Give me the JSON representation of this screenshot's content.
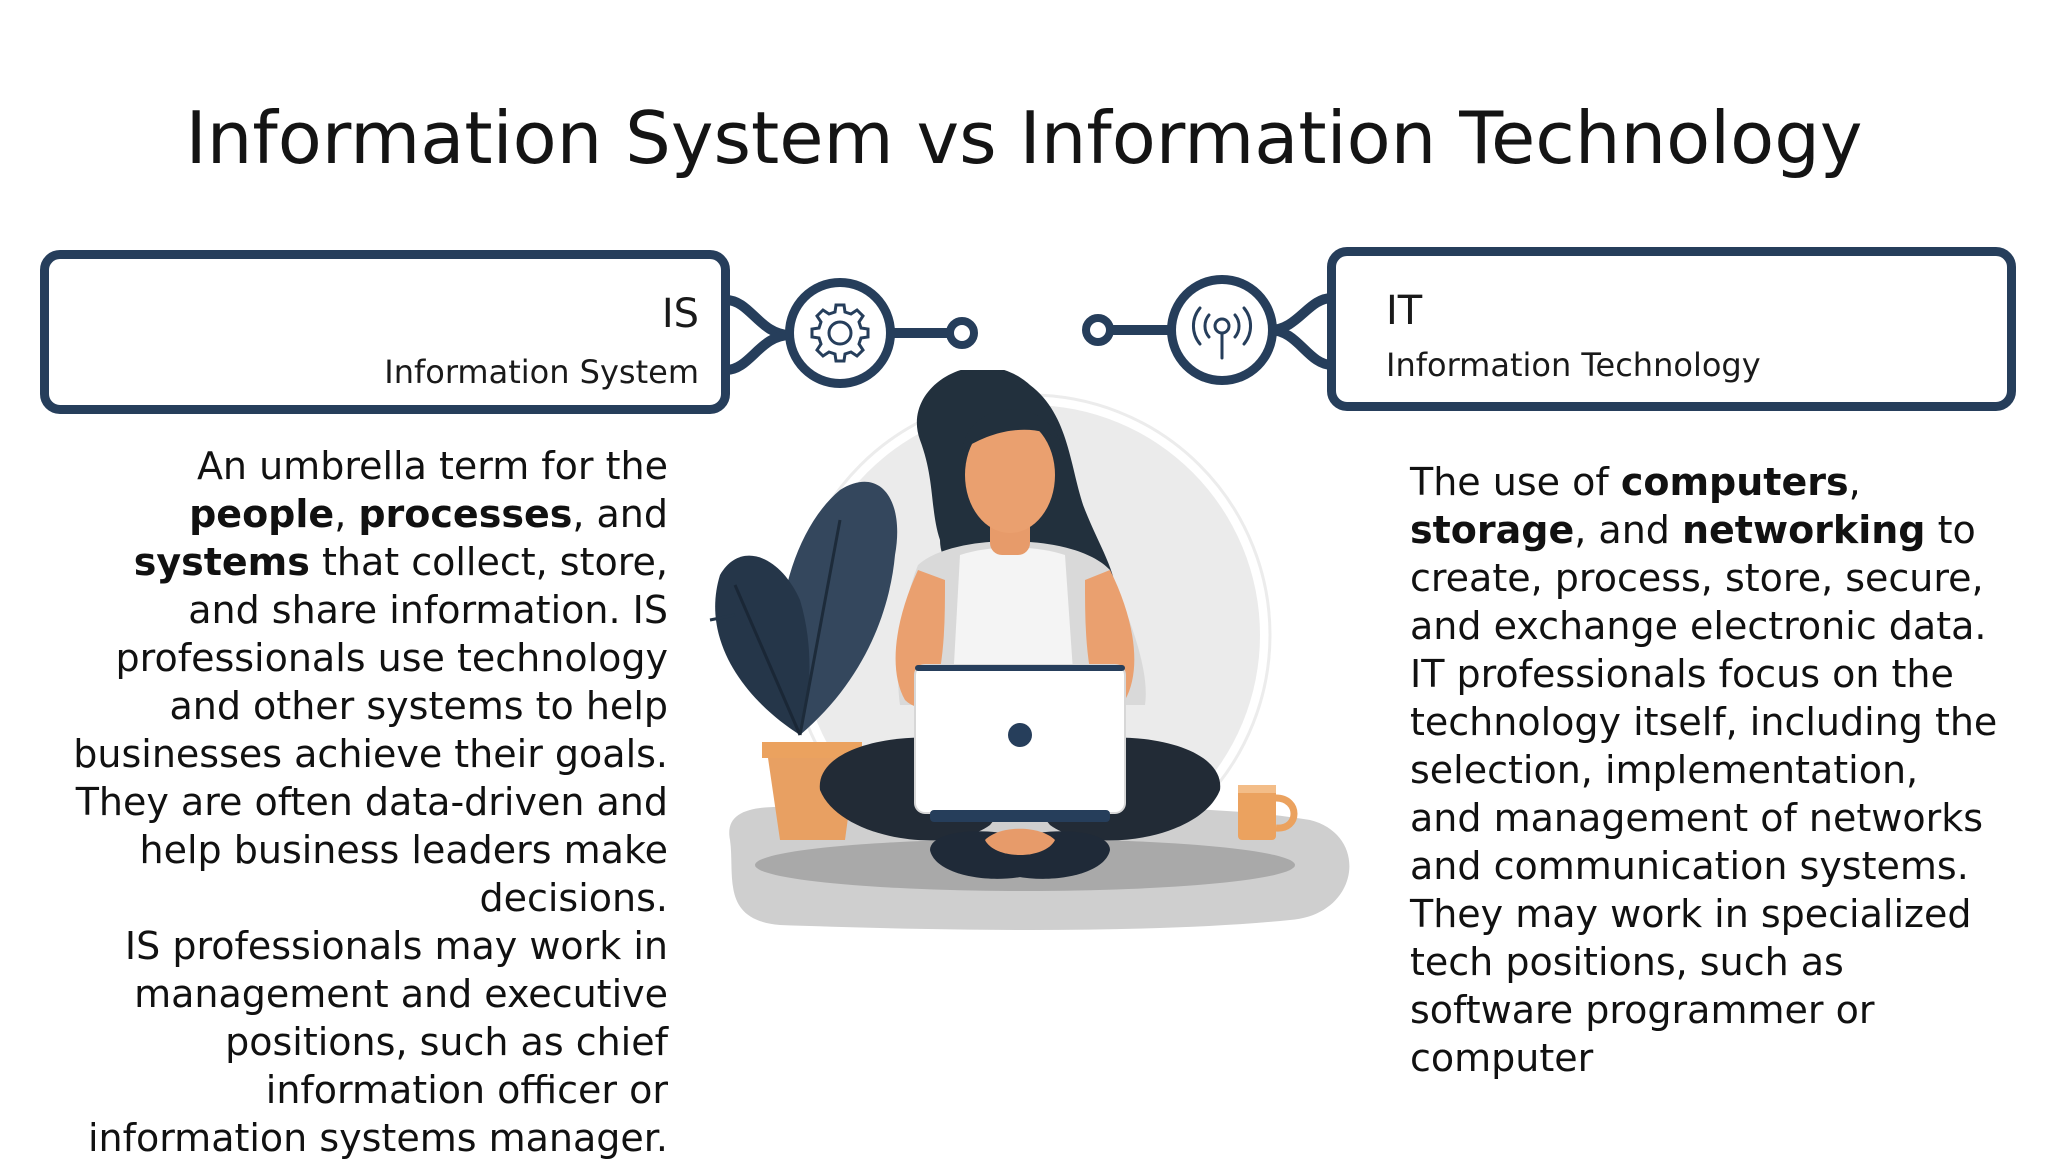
{
  "title": "Information System vs Information Technology",
  "is_box": {
    "abbr": "IS",
    "full": "Information System"
  },
  "it_box": {
    "abbr": "IT",
    "full": "Information Technology"
  },
  "icons": {
    "left": "gear-icon",
    "right": "broadcast-antenna-icon"
  },
  "colors": {
    "accent": "#263e5b",
    "orange": "#eba25f",
    "skin": "#eaa06f",
    "plant": "#2b3e52"
  },
  "is_text": {
    "p1_a": "An umbrella term for the ",
    "p1_b1": "people",
    "p1_c": ", ",
    "p1_b2": "processes",
    "p1_d": ", and ",
    "p1_b3": "systems",
    "p1_e": " that collect, store, and share information. IS professionals use technology and other systems to help businesses achieve their goals.",
    "p2": "They are often data-driven and help business leaders make decisions.",
    "p3": "IS professionals may work in management and executive positions, such as chief information officer or information systems manager."
  },
  "it_text": {
    "p1_a": "The use of ",
    "p1_b1": "computers",
    "p1_c": ", ",
    "p1_b2": "storage",
    "p1_d": ", and ",
    "p1_b3": "networking",
    "p1_e": " to create, process, store, secure, and exchange electronic data.",
    "p2": "IT professionals focus on the technology itself, including the selection, implementation, and management of networks and communication systems. They may work in specialized tech positions, such as software programmer or computer"
  }
}
